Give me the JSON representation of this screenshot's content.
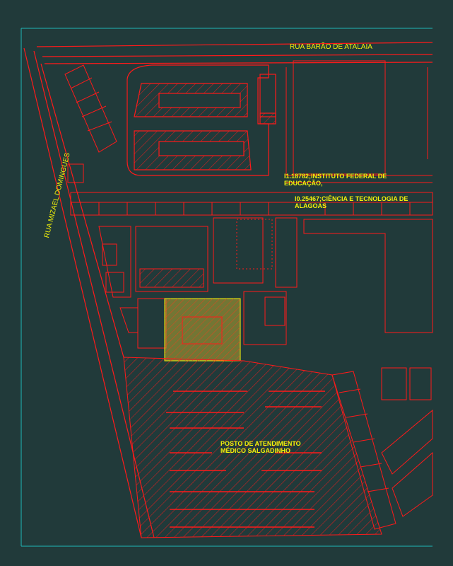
{
  "map": {
    "colors": {
      "background": "#213a3a",
      "linework": "#ff1a1a",
      "frame": "#20b8b8",
      "text": "#f2f20a",
      "highlight_fill": "#b8a830"
    },
    "streets": {
      "north": "RUA BARÃO DE ATALAIA",
      "west": "RUA MIZAEL DOMINGUES"
    },
    "parcel_labels": {
      "line1": "I1.18782;INSTITUTO FEDERAL DE",
      "line2": "EDUCAÇÃO,",
      "line3": "I0.25467;CIÊNCIA E TECNOLOGIA DE",
      "line4": "ALAGOAS"
    },
    "site_label": {
      "line1": "POSTO DE ATENDIMENTO",
      "line2": "MÉDICO SALGADINHO"
    }
  }
}
